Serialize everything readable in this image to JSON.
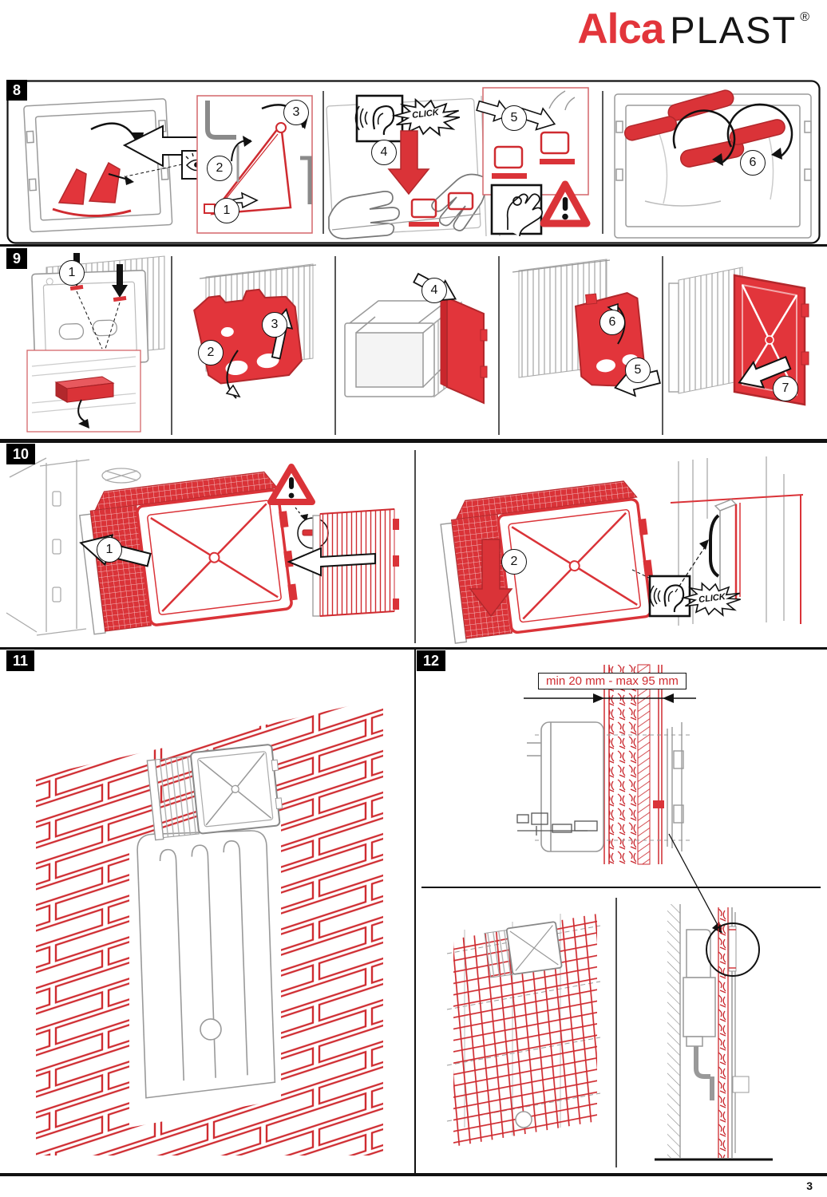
{
  "page": {
    "number": "3"
  },
  "logo": {
    "alca": "Alca",
    "plast": "PLAST",
    "registered": "®"
  },
  "colors": {
    "brand_red": "#e2353b",
    "drawing_red": "#cf2b30",
    "fill_red": "#da3338",
    "outline_gray": "#9b9b9b",
    "ink_black": "#111111"
  },
  "steps": {
    "step8": {
      "label": "8",
      "callouts": [
        "1",
        "2",
        "3",
        "4",
        "5",
        "6"
      ],
      "click_label": "CLICK"
    },
    "step9": {
      "label": "9",
      "callouts": [
        "1",
        "2",
        "3",
        "4",
        "5",
        "6",
        "7"
      ]
    },
    "step10": {
      "label": "10",
      "callouts": [
        "1",
        "2"
      ],
      "click_label": "CLICK"
    },
    "step11": {
      "label": "11"
    },
    "step12": {
      "label": "12",
      "dimension_label": "min 20 mm - max 95 mm"
    }
  }
}
